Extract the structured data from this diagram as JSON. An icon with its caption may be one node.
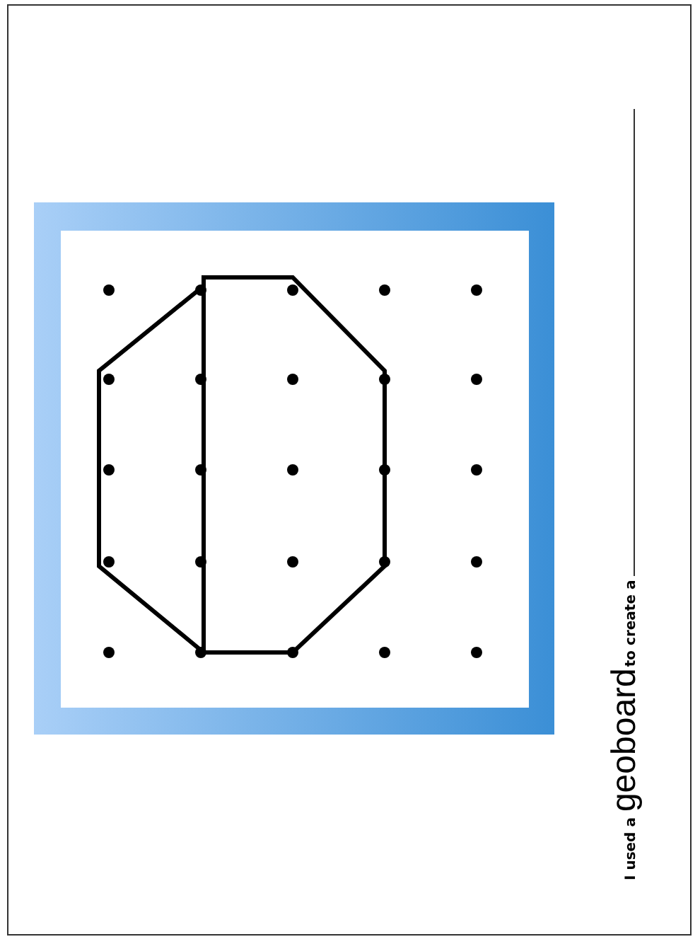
{
  "diagram": {
    "labels": [
      "I used a",
      "geoboard",
      "to create a"
    ]
  }
}
